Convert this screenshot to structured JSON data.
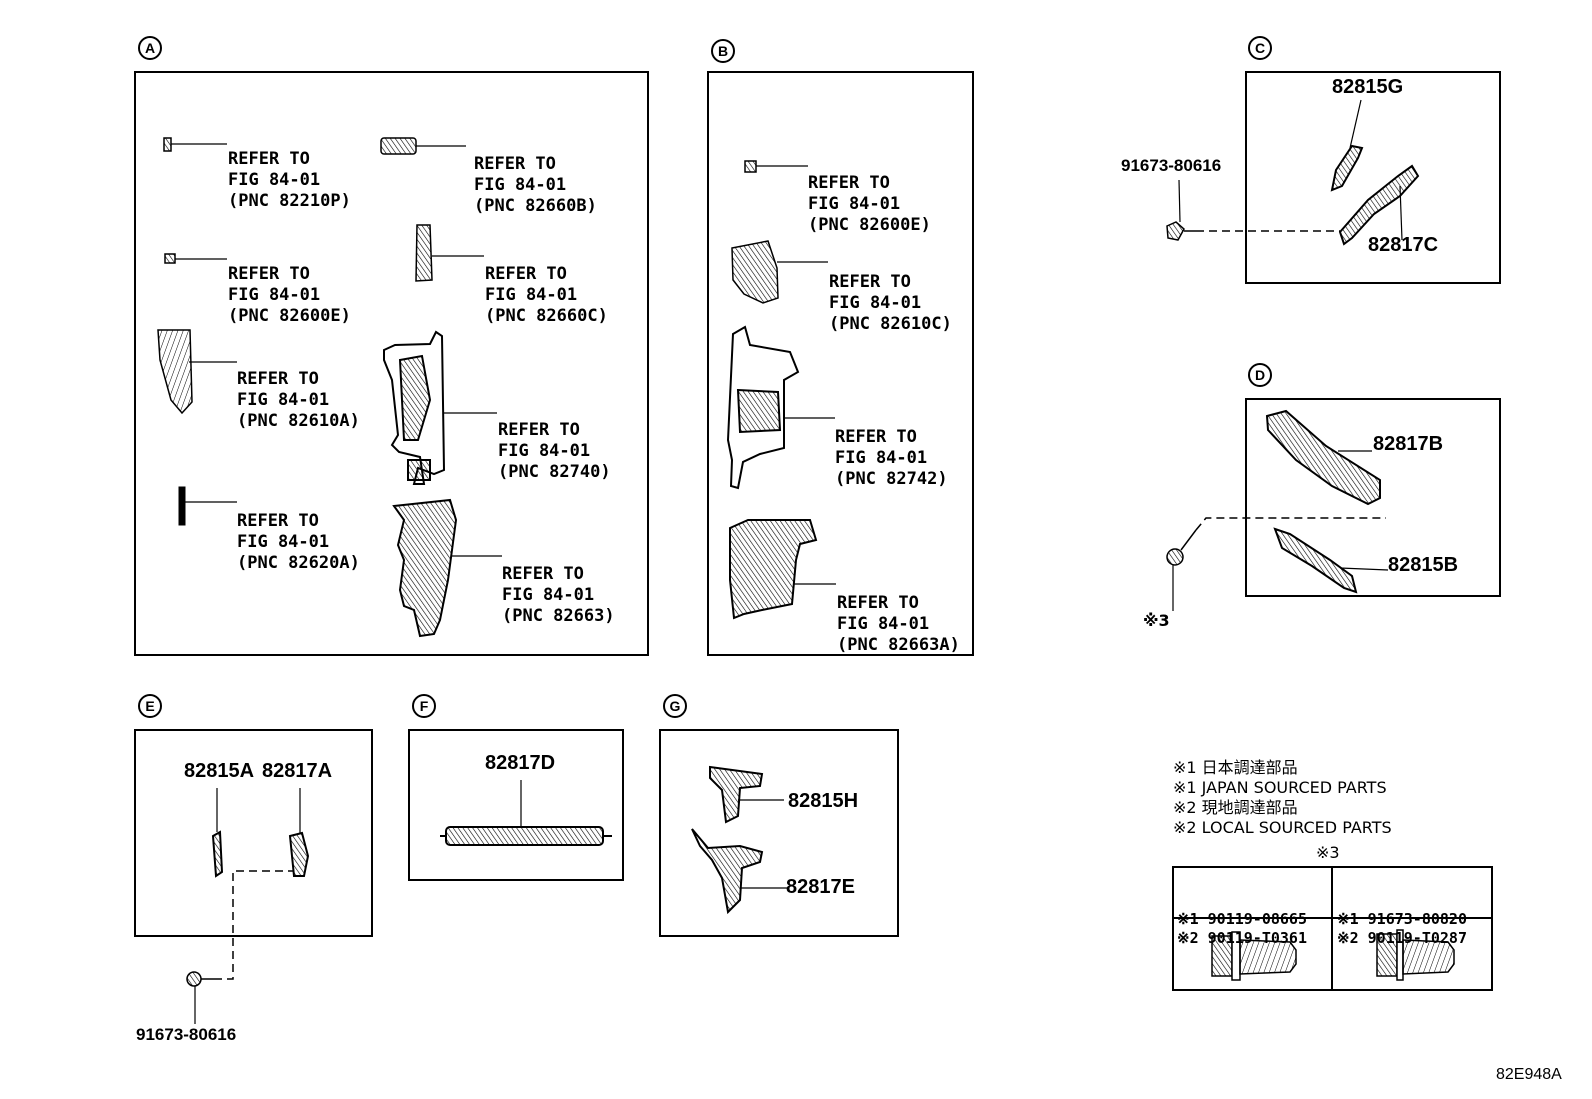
{
  "sections": {
    "A": {
      "marker": "A",
      "callouts": [
        {
          "line1": "REFER TO",
          "line2": "FIG 84-01",
          "line3": "(PNC 82210P)"
        },
        {
          "line1": "REFER TO",
          "line2": "FIG 84-01",
          "line3": "(PNC 82660B)"
        },
        {
          "line1": "REFER TO",
          "line2": "FIG 84-01",
          "line3": "(PNC 82600E)"
        },
        {
          "line1": "REFER TO",
          "line2": "FIG 84-01",
          "line3": "(PNC 82660C)"
        },
        {
          "line1": "REFER TO",
          "line2": "FIG 84-01",
          "line3": "(PNC 82610A)"
        },
        {
          "line1": "REFER TO",
          "line2": "FIG 84-01",
          "line3": "(PNC 82740)"
        },
        {
          "line1": "REFER TO",
          "line2": "FIG 84-01",
          "line3": "(PNC 82620A)"
        },
        {
          "line1": "REFER TO",
          "line2": "FIG 84-01",
          "line3": "(PNC 82663)"
        }
      ]
    },
    "B": {
      "marker": "B",
      "callouts": [
        {
          "line1": "REFER TO",
          "line2": "FIG 84-01",
          "line3": "(PNC 82600E)"
        },
        {
          "line1": "REFER TO",
          "line2": "FIG 84-01",
          "line3": "(PNC 82610C)"
        },
        {
          "line1": "REFER TO",
          "line2": "FIG 84-01",
          "line3": "(PNC 82742)"
        },
        {
          "line1": "REFER TO",
          "line2": "FIG 84-01",
          "line3": "(PNC 82663A)"
        }
      ]
    },
    "C": {
      "marker": "C",
      "parts": [
        "82815G",
        "82817C"
      ],
      "bolt": "91673-80616"
    },
    "D": {
      "marker": "D",
      "parts": [
        "82817B",
        "82815B"
      ],
      "bolt_note": "※3"
    },
    "E": {
      "marker": "E",
      "parts": [
        "82815A",
        "82817A"
      ],
      "bolt": "91673-80616"
    },
    "F": {
      "marker": "F",
      "parts": [
        "82817D"
      ]
    },
    "G": {
      "marker": "G",
      "parts": [
        "82815H",
        "82817E"
      ]
    }
  },
  "legend": {
    "lines": [
      "※1 日本調達部品",
      "※1 JAPAN SOURCED PARTS",
      "※2 現地調達部品",
      "※2 LOCAL SOURCED PARTS"
    ],
    "table_title": "※3",
    "table": [
      {
        "l1": "※1 90119-08665",
        "l2": "※2 90119-T0361"
      },
      {
        "l1": "※1 91673-80820",
        "l2": "※2 90119-T0287"
      }
    ]
  },
  "ref_code": "82E948A"
}
